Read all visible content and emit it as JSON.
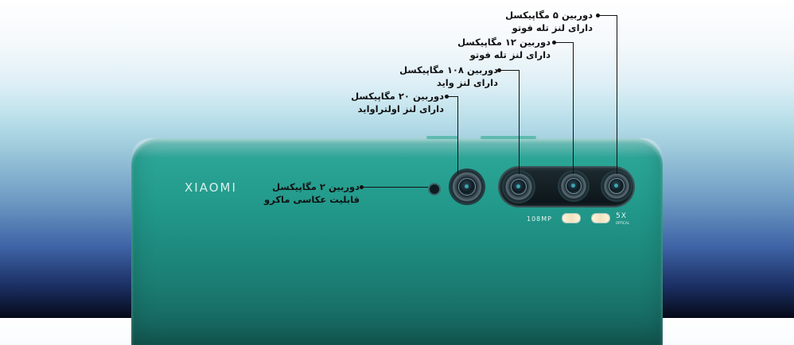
{
  "brand": {
    "logo_text": "XIAOMI"
  },
  "camera_specs": {
    "megapixel_label": "108MP",
    "zoom_label": "5X",
    "zoom_sub": "OPTICAL"
  },
  "callouts": [
    {
      "line1": "دوربین ۵ مگاپیکسل",
      "line2": "دارای لنز تله فوتو"
    },
    {
      "line1": "دوربین ۱۲ مگاپیکسل",
      "line2": "دارای لنز تله فوتو"
    },
    {
      "line1": "دوربین ۱۰۸ مگاپیکسل",
      "line2": "دارای لنز واید"
    },
    {
      "line1": "دوربین ۲۰ مگاپیکسل",
      "line2": "دارای لنز اولتراواید"
    },
    {
      "line1": "دوربین ۲ مگاپیکسل",
      "line2": "قابلیت عکاسی ماکرو"
    }
  ]
}
